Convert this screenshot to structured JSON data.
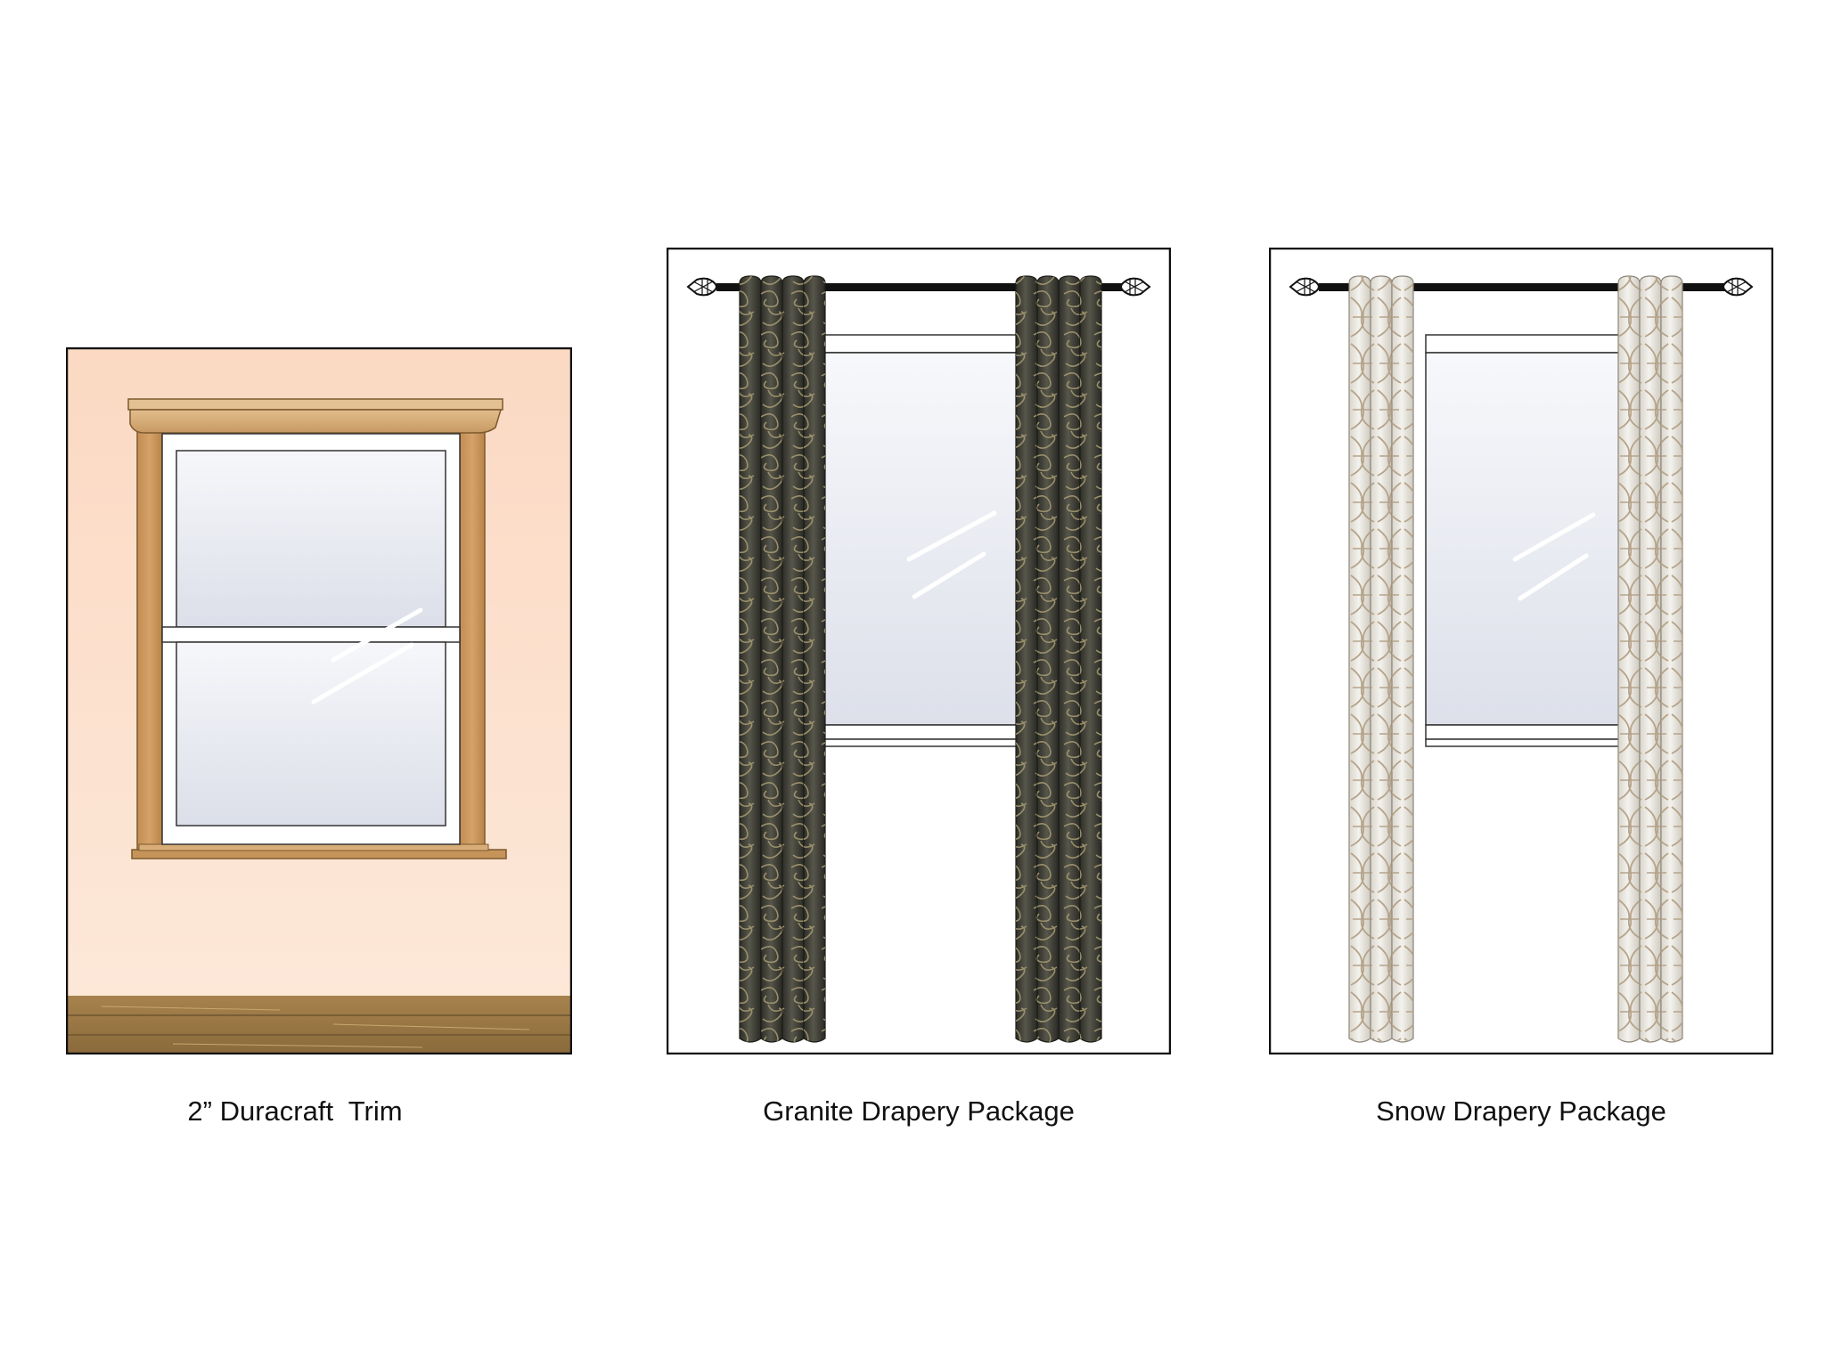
{
  "captions": {
    "trim": "2” Duracraft  Trim",
    "granite": "Granite Drapery Package",
    "snow": "Snow Drapery Package"
  },
  "colors": {
    "wall_top": "#fcdcc7",
    "wall_bottom": "#fde8d8",
    "wood": "#c8955c",
    "wood_dark": "#8f6a3c",
    "glass": "#eceef4",
    "granite_fabric": "#48483f",
    "granite_pattern": "#a89c72",
    "snow_fabric": "#ece9e2",
    "snow_pattern": "#b5a48b",
    "rod": "#111111"
  },
  "icons": {
    "finial": "twisted-cage-finial-icon",
    "glass_glare": "glass-glare-icon"
  }
}
